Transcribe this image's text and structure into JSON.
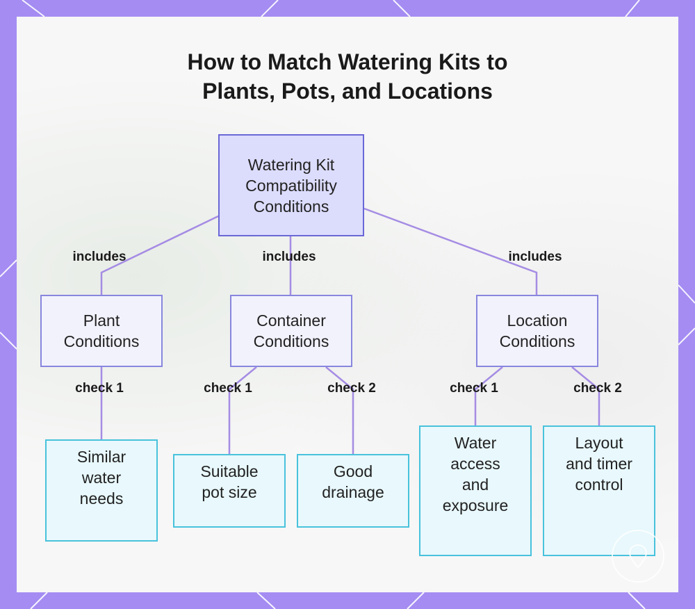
{
  "title": {
    "line1": "How to Match Watering Kits to",
    "line2": "Plants, Pots, and Locations"
  },
  "colors": {
    "frame": "#a48cf2",
    "root_fill": "#dcdcfd",
    "root_border": "#6a67d6",
    "mid_fill": "#f2f2fd",
    "mid_border": "#8886de",
    "leaf_fill": "#e8f8fc",
    "leaf_border": "#48c2dc",
    "connector": "#a58ce4"
  },
  "root": {
    "line1": "Watering Kit",
    "line2": "Compatibility",
    "line3": "Conditions"
  },
  "categories": [
    {
      "edge_label": "includes",
      "line1": "Plant",
      "line2": "Conditions",
      "checks": [
        {
          "edge_label": "check 1",
          "line1": "Similar",
          "line2": "water",
          "line3": "needs"
        }
      ]
    },
    {
      "edge_label": "includes",
      "line1": "Container",
      "line2": "Conditions",
      "checks": [
        {
          "edge_label": "check 1",
          "line1": "Suitable",
          "line2": "pot size"
        },
        {
          "edge_label": "check 2",
          "line1": "Good",
          "line2": "drainage"
        }
      ]
    },
    {
      "edge_label": "includes",
      "line1": "Location",
      "line2": "Conditions",
      "checks": [
        {
          "edge_label": "check 1",
          "line1": "Water",
          "line2": "access",
          "line3": "and",
          "line4": "exposure"
        },
        {
          "edge_label": "check 2",
          "line1": "Layout",
          "line2": "and timer",
          "line3": "control"
        }
      ]
    }
  ]
}
